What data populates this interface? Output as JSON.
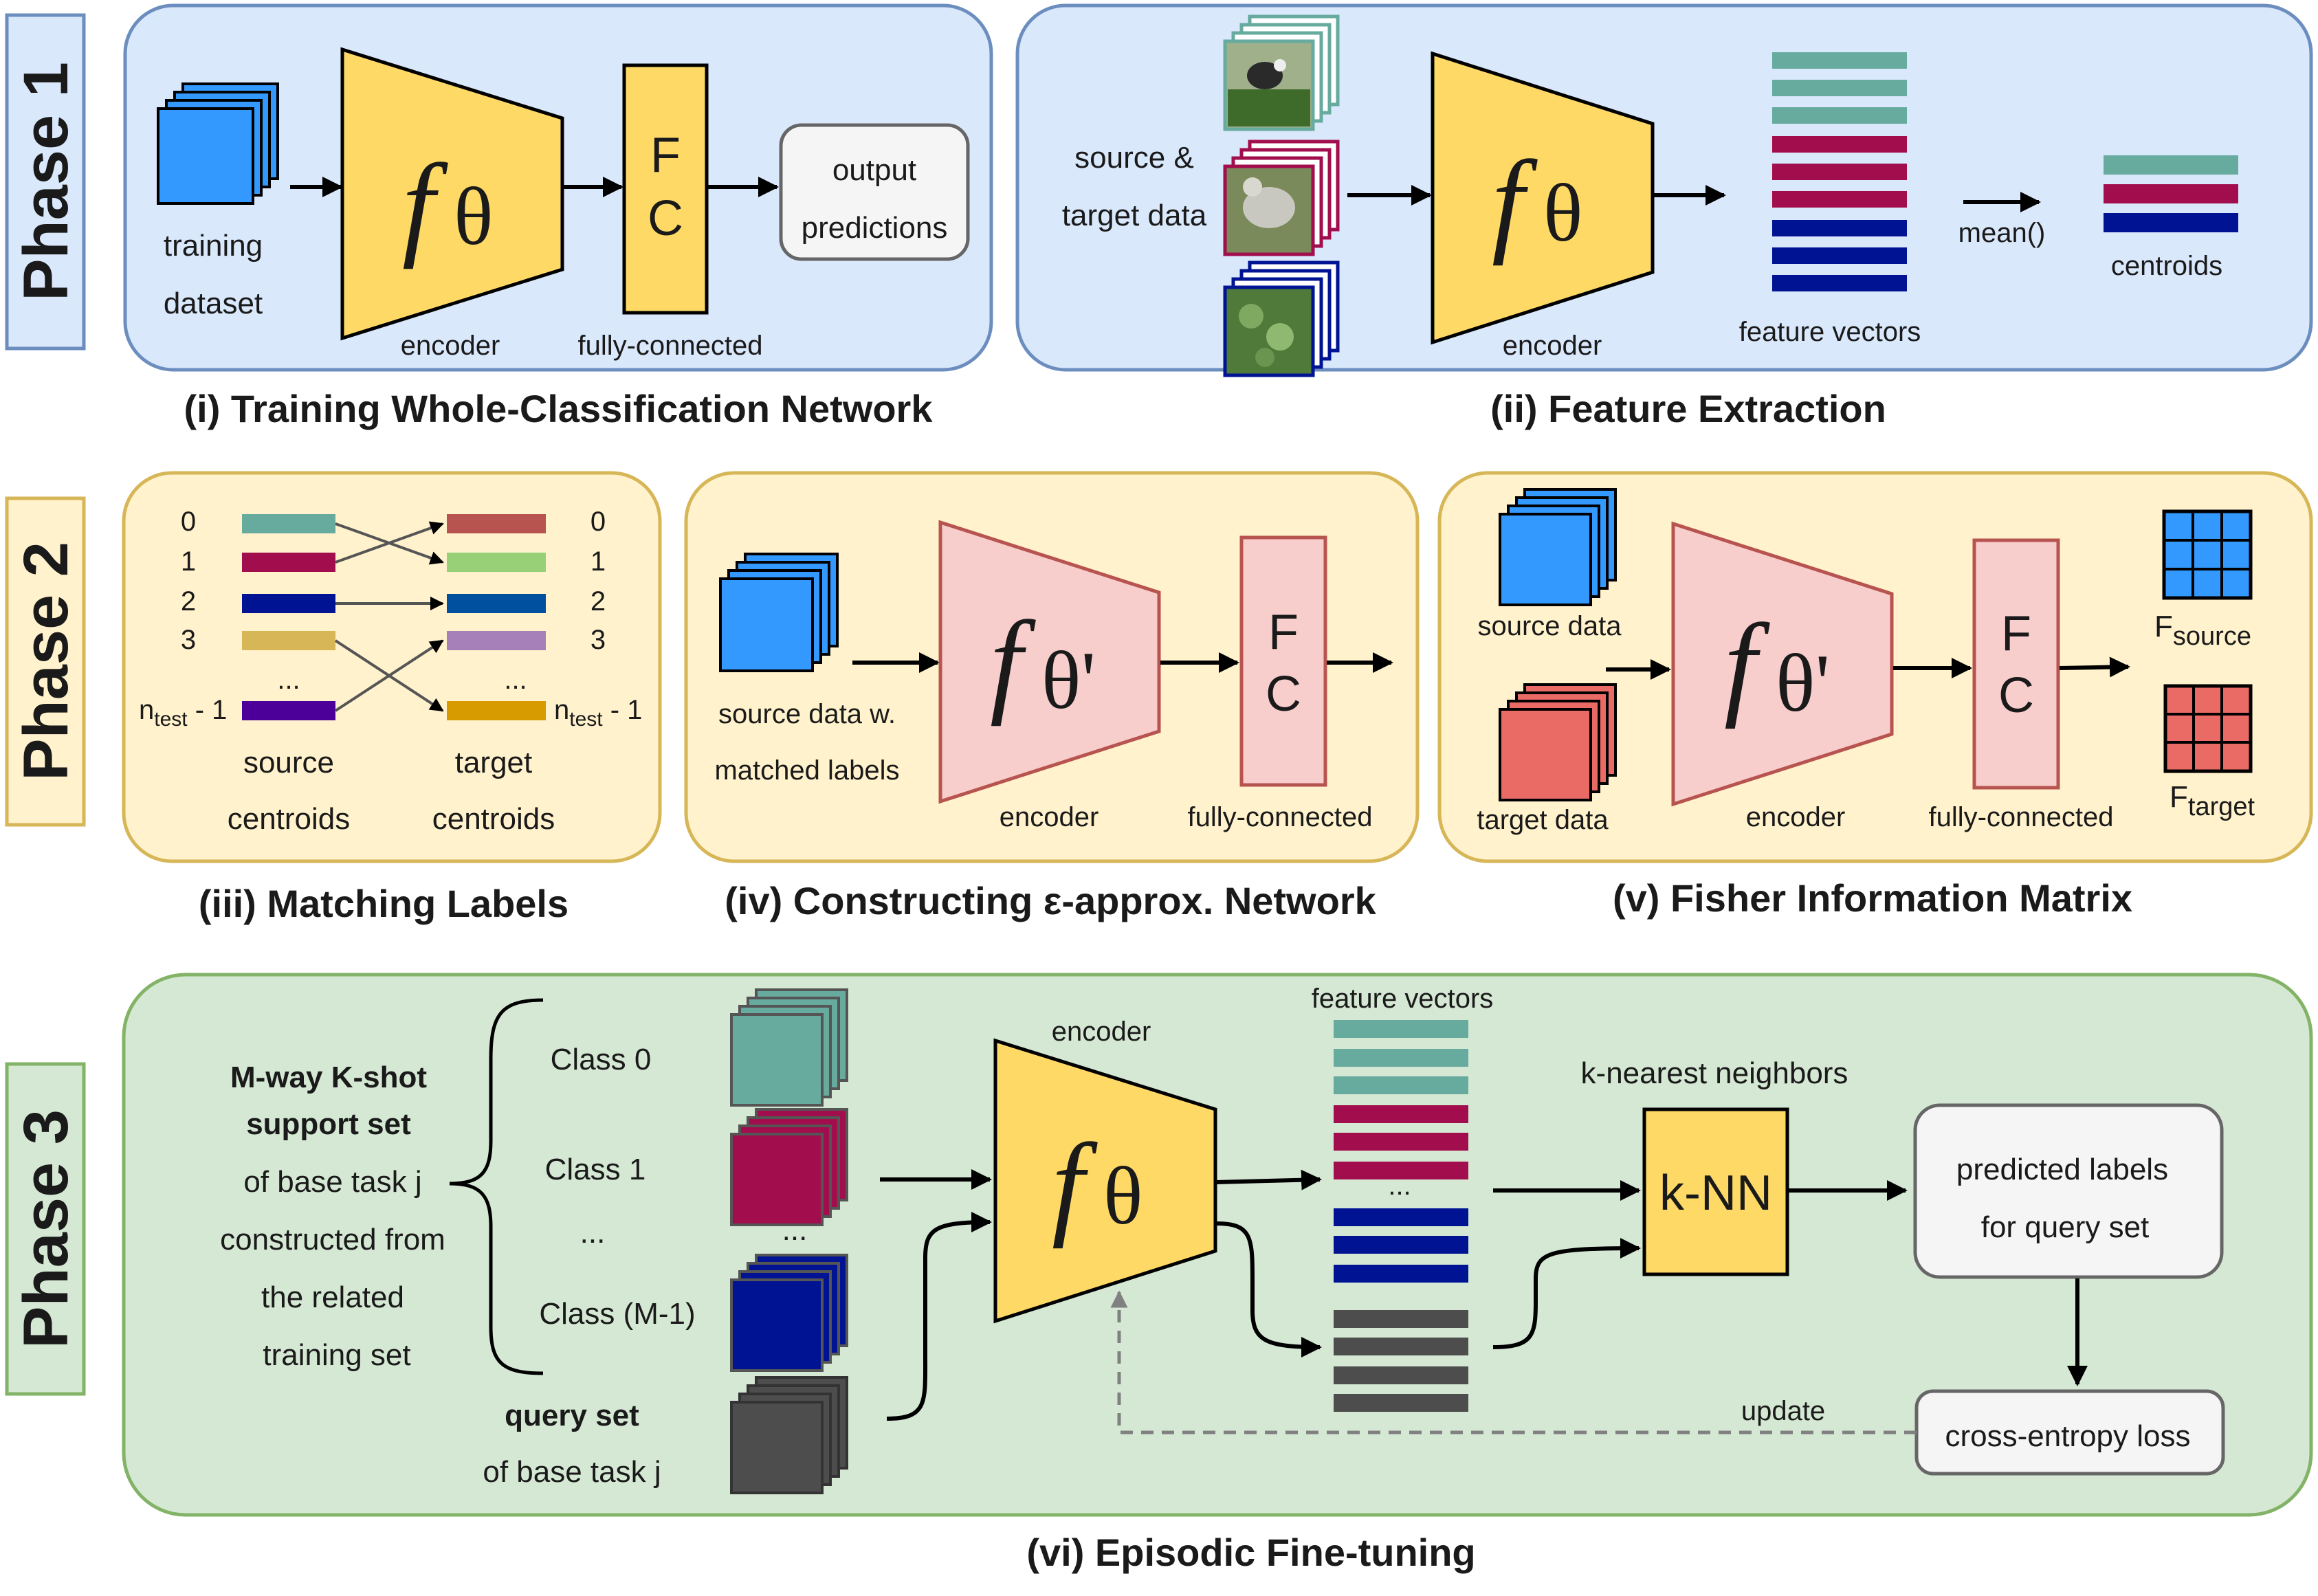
{
  "phases": {
    "p1": "Phase 1",
    "p2": "Phase 2",
    "p3": "Phase 3"
  },
  "captions": {
    "i": "(i) Training Whole-Classification Network",
    "ii": "(ii) Feature Extraction",
    "iii": "(iii) Matching Labels",
    "iv": "(iv) Constructing ε-approx. Network",
    "v": "(v) Fisher Information Matrix",
    "vi": "(vi) Episodic Fine-tuning"
  },
  "symbols": {
    "f": "f",
    "theta": "θ",
    "theta_prime": "θ'",
    "fc_f": "F",
    "fc_c": "C",
    "knn": "k-NN"
  },
  "panel_i": {
    "dataset_line1": "training",
    "dataset_line2": "dataset",
    "encoder": "encoder",
    "fc": "fully-connected",
    "output_line1": "output",
    "output_line2": "predictions"
  },
  "panel_ii": {
    "data_line1": "source &",
    "data_line2": "target data",
    "encoder": "encoder",
    "features": "feature vectors",
    "mean": "mean()",
    "centroids": "centroids"
  },
  "panel_iii": {
    "left_labels": [
      "0",
      "1",
      "2",
      "3",
      "...",
      "n",
      "test",
      " - 1"
    ],
    "right_labels": [
      "0",
      "1",
      "2",
      "3",
      "...",
      "n",
      "test",
      " - 1"
    ],
    "source_line1": "source",
    "source_line2": "centroids",
    "target_line1": "target",
    "target_line2": "centroids"
  },
  "panel_iv": {
    "data_line1": "source data w.",
    "data_line2": "matched labels",
    "encoder": "encoder",
    "fc": "fully-connected"
  },
  "panel_v": {
    "source": "source data",
    "target": "target data",
    "encoder": "encoder",
    "fc": "fully-connected",
    "f_source_main": "F",
    "f_source_sub": "source",
    "f_target_main": "F",
    "f_target_sub": "target"
  },
  "panel_vi": {
    "support_line1": "M-way K-shot",
    "support_line2": "support set",
    "support_line3": "of base task j",
    "support_line4": "constructed from",
    "support_line5": "the related",
    "support_line6": "training set",
    "class0": "Class 0",
    "class1": "Class 1",
    "dots": "...",
    "classM": "Class (M-1)",
    "query_line1": "query set",
    "query_line2": "of base task j",
    "encoder": "encoder",
    "features": "feature vectors",
    "knn_label": "k-nearest neighbors",
    "pred_line1": "predicted labels",
    "pred_line2": "for query set",
    "update": "update",
    "loss": "cross-entropy loss"
  },
  "colors": {
    "phase1_bg": "#dae8fc",
    "phase1_border": "#6c8ebf",
    "phase2_bg": "#fff2cc",
    "phase2_border": "#d6b656",
    "phase3_bg": "#d5e8d4",
    "phase3_border": "#82b366",
    "yellow_block": "#ffd966",
    "pink_block": "#f8cecc",
    "teal": "#67ab9f",
    "maroon": "#a20d4d",
    "navy": "#001493",
    "dark_gray": "#4d4d4d",
    "blue_square": "#3399ff",
    "red_square": "#ea6b66"
  },
  "icons": {
    "photo_1": "bird-photo-icon",
    "photo_2": "dog-photo-icon",
    "photo_3": "plant-photo-icon"
  }
}
